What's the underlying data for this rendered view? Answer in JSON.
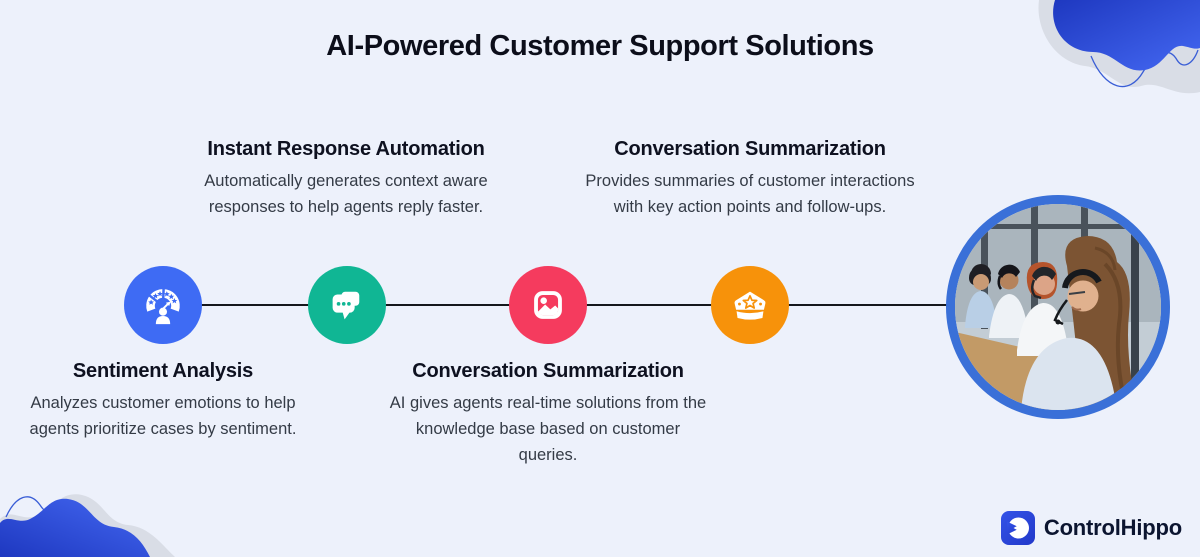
{
  "title": "AI-Powered Customer Support Solutions",
  "steps": [
    {
      "heading": "Sentiment Analysis",
      "description": "Analyzes customer emotions to help agents prioritize cases by sentiment.",
      "icon": "sentiment-gauge-icon",
      "color": "#3e6bf4",
      "text_position": "below"
    },
    {
      "heading": "Instant Response Automation",
      "description": "Automatically generates context aware responses to help agents reply faster.",
      "icon": "chat-bubbles-icon",
      "color": "#10b694",
      "text_position": "above"
    },
    {
      "heading": "Conversation Summarization",
      "description": "AI gives agents real-time solutions from the knowledge base based on customer queries.",
      "icon": "photo-image-icon",
      "color": "#f53b5e",
      "text_position": "below"
    },
    {
      "heading": "Conversation Summarization",
      "description": "Provides summaries of customer interactions with key action points and follow-ups.",
      "icon": "captain-hat-icon",
      "color": "#f7920a",
      "text_position": "above"
    }
  ],
  "photo": {
    "icon": "support-agents-photo",
    "border_color": "#3a70d8"
  },
  "brand": {
    "name": "ControlHippo",
    "icon": "controlhippo-logo-icon",
    "accent": "#2b46db"
  },
  "colors": {
    "background": "#edf1fb",
    "timeline_line": "#15171c",
    "heading_text": "#0e1120",
    "body_text": "#343b46",
    "blob_blue_dark": "#1e38c0",
    "blob_blue_light": "#4468f2",
    "blob_gray": "#d9dde6",
    "blob_outline": "#3a5ed6"
  }
}
